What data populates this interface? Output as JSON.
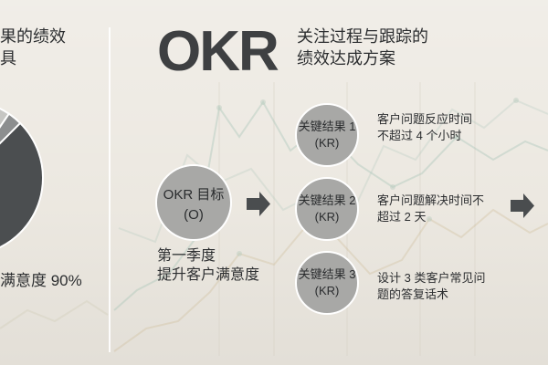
{
  "left_panel": {
    "heading_lines": [
      "果的绩效",
      "具"
    ],
    "caption": "满意度 90%",
    "pie_slices": [
      {
        "share": 0.9,
        "color": "#4b4e50"
      },
      {
        "share": 0.07,
        "color": "#c6c6c3"
      },
      {
        "share": 0.03,
        "color": "#8c8e8f"
      }
    ]
  },
  "okr": {
    "title": "OKR",
    "subtitle_lines": [
      "关注过程与跟踪的",
      "绩效达成方案"
    ],
    "objective": {
      "label": "OKR 目标",
      "code": "(O)",
      "description_lines": [
        "第一季度",
        "提升客户满意度"
      ]
    },
    "key_results": [
      {
        "label": "关键结果 1",
        "code": "(KR)",
        "description_lines": [
          "客户问题反应时间",
          "不超过 4 个小时"
        ]
      },
      {
        "label": "关键结果 2",
        "code": "(KR)",
        "description_lines": [
          "客户问题解决时间不",
          "超过 2 天"
        ]
      },
      {
        "label": "关键结果 3",
        "code": "(KR)",
        "description_lines": [
          "设计 3 类客户常见问",
          "题的答复话术"
        ]
      }
    ],
    "arrow_icon": "arrow-right-icon"
  },
  "colors": {
    "background": "#ebe7df",
    "text": "#2f3133",
    "title": "#3e4042",
    "circle_fill": "#a8a8a6",
    "circle_border": "#ffffff",
    "arrow": "#4a4d4f",
    "divider": "#ffffff"
  }
}
